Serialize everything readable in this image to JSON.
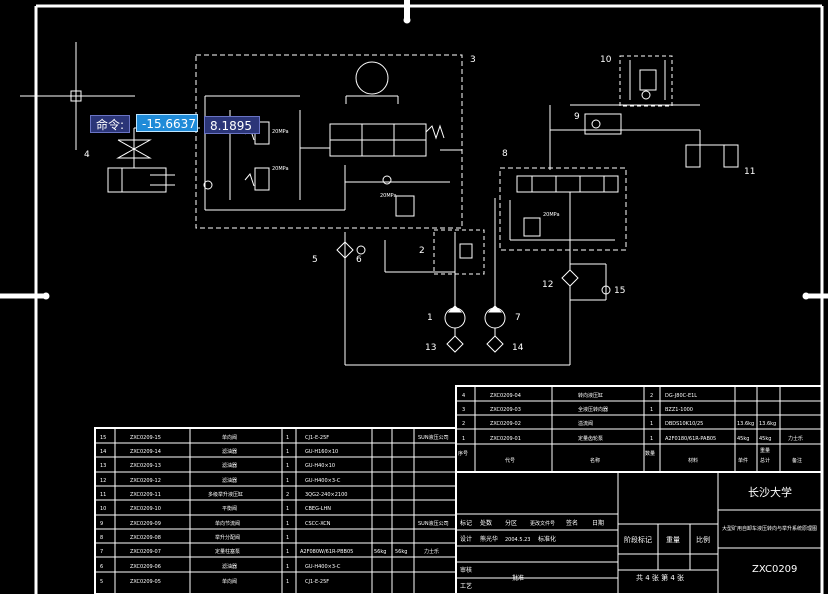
{
  "command": {
    "label": "命令:",
    "x_value": "-15.6637",
    "y_value": "8.1895"
  },
  "callouts": [
    "1",
    "2",
    "3",
    "4",
    "5",
    "6",
    "7",
    "8",
    "9",
    "10",
    "11",
    "12",
    "13",
    "14",
    "15"
  ],
  "valve_labels": {
    "p1": "20MPa",
    "p2": "20MPa",
    "p3": "20MPa",
    "p4": "20MPa"
  },
  "title_block": {
    "school": "长沙大学",
    "drawing_no": "ZXC0209",
    "title_text": "大型矿用自卸车液压转向与举升系统原理图",
    "sheet_text": "共 4 张   第 4 张",
    "stage_label": "阶段标记",
    "weight_label": "重量",
    "scale_label": "比例",
    "row_labels": [
      "标记",
      "处数",
      "分区",
      "更改文件号",
      "签名",
      "日期"
    ],
    "design_row": [
      "设计",
      "熊光华",
      "2004.5.23",
      "标准化"
    ],
    "review_label": "审核",
    "process_label": "工艺",
    "approve_label": "批准"
  },
  "parts_upper": {
    "header": [
      "序号",
      "代号",
      "名称",
      "数量",
      "材料",
      "单件",
      "总计",
      "备注"
    ],
    "header_sub": "重量",
    "rows": [
      [
        "4",
        "ZXC0209-04",
        "转向液压缸",
        "2",
        "DG-J80C-E1L",
        "",
        "",
        ""
      ],
      [
        "3",
        "ZXC0209-03",
        "全液压转向器",
        "1",
        "BZZ1-1000",
        "",
        "",
        ""
      ],
      [
        "2",
        "ZXC0209-02",
        "溢流阀",
        "1",
        "DBDS10K10/25",
        "13.6kg",
        "13.6kg",
        ""
      ],
      [
        "1",
        "ZXC0209-01",
        "定量齿轮泵",
        "1",
        "A2F0180/61R-PAB05",
        "45kg",
        "45kg",
        "力士乐"
      ]
    ]
  },
  "parts_lower": {
    "rows": [
      [
        "15",
        "ZXC0209-15",
        "单向阀",
        "1",
        "CJ1-E-25F",
        "",
        "",
        "SUN液压公司"
      ],
      [
        "14",
        "ZXC0209-14",
        "滤油器",
        "1",
        "GU-H160×10",
        "",
        "",
        ""
      ],
      [
        "13",
        "ZXC0209-13",
        "滤油器",
        "1",
        "GU-H40×10",
        "",
        "",
        ""
      ],
      [
        "12",
        "ZXC0209-12",
        "滤油器",
        "1",
        "GU-H400×3-C",
        "",
        "",
        ""
      ],
      [
        "11",
        "ZXC0209-11",
        "多级举升液压缸",
        "2",
        "3QG2-240×2100",
        "",
        "",
        ""
      ],
      [
        "10",
        "ZXC0209-10",
        "平衡阀",
        "1",
        "CBEG-LHN",
        "",
        "",
        ""
      ],
      [
        "9",
        "ZXC0209-09",
        "单向节流阀",
        "1",
        "CSCC-XCN",
        "",
        "",
        "SUN液压公司"
      ],
      [
        "8",
        "ZXC0209-08",
        "举升分配阀",
        "1",
        "",
        "",
        "",
        ""
      ],
      [
        "7",
        "ZXC0209-07",
        "定量柱塞泵",
        "1",
        "A2F080W/61R-PBB05",
        "56kg",
        "56kg",
        "力士乐"
      ],
      [
        "6",
        "ZXC0209-06",
        "滤油器",
        "1",
        "GU-H400×3-C",
        "",
        "",
        ""
      ],
      [
        "5",
        "ZXC0209-05",
        "单向阀",
        "1",
        "CJ1-E-25F",
        "",
        "",
        ""
      ]
    ]
  }
}
